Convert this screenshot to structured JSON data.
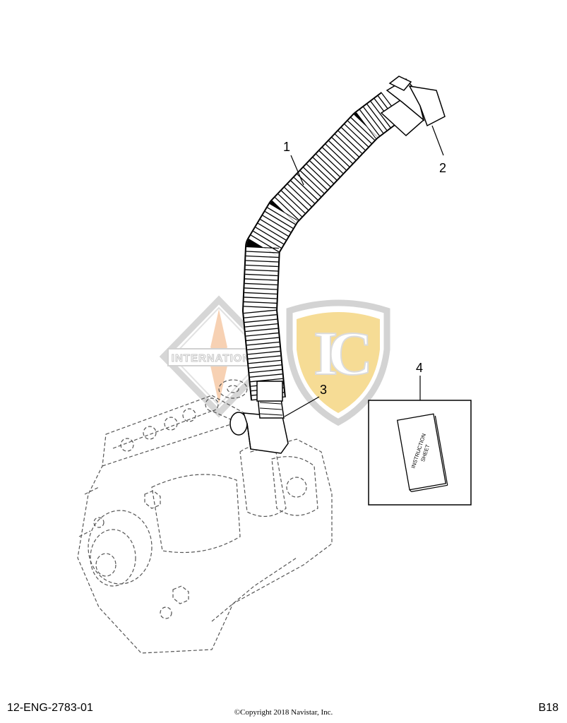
{
  "diagram": {
    "callouts": [
      "1",
      "2",
      "3",
      "4"
    ],
    "kit_card_text": [
      "INSTRUCTION",
      "SHEET"
    ]
  },
  "watermark": {
    "left_logo_text": "INTERNATIONAL",
    "right_logo_text": "IC",
    "left_logo_color": "#f6c9a6",
    "right_logo_color": "#f6d98a",
    "outline_color": "#c9c9c9"
  },
  "footer": {
    "drawing_id": "12-ENG-2783-01",
    "copyright": "©Copyright 2018 Navistar, Inc.",
    "page_ref": "B18"
  }
}
